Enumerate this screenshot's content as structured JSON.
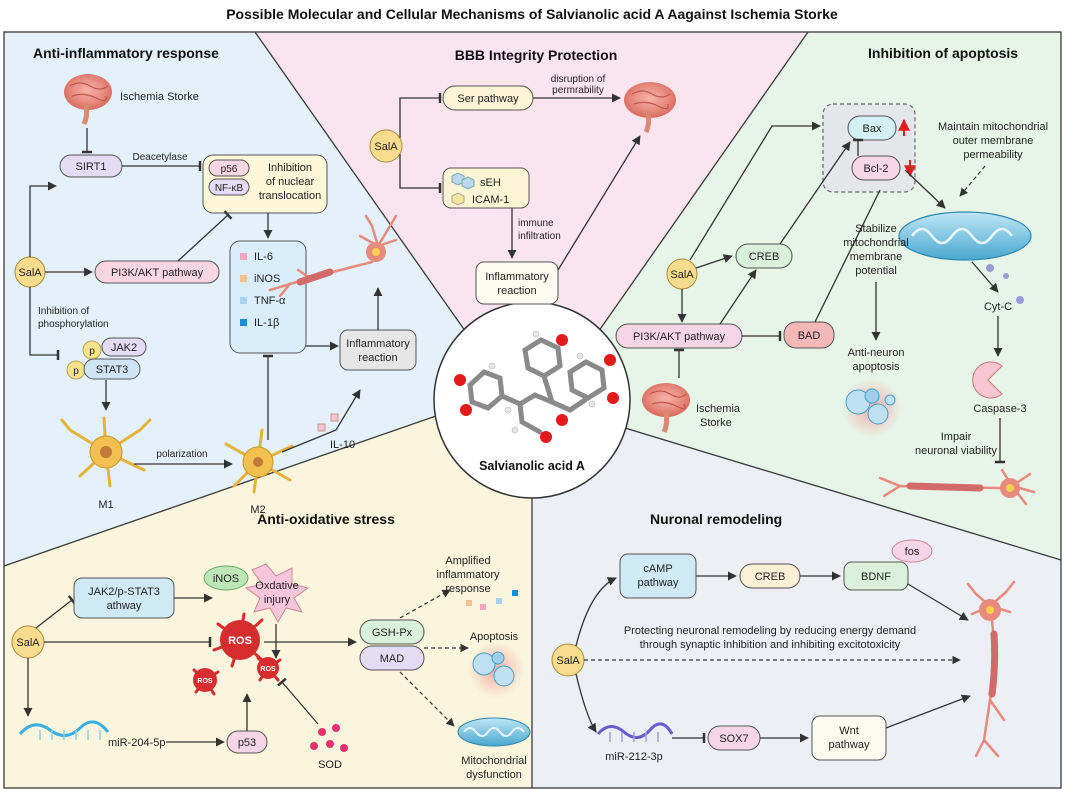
{
  "title": "Possible Molecular and Cellular Mechanisms of Salvianolic acid A Aagainst Ischemia Storke",
  "colors": {
    "inflammation_bg": "#e4f1fa",
    "bbb_bg": "#fae4ee",
    "apoptosis_bg": "#e6f5e8",
    "oxidative_bg": "#faf5dc",
    "remodeling_bg": "#eceff6",
    "sala": "#f8dc8e",
    "ros": "#d62e2e",
    "neuron": "#e88a7e"
  },
  "center": {
    "label": "Salvianolic acid A"
  },
  "anti_inflammatory": {
    "heading": "Anti-inflammatory response",
    "ischemia": "Ischemia Storke",
    "sirt1": "SIRT1",
    "deacetylase": "Deacetylase",
    "p56": "p56",
    "nfkb": "NF-κB",
    "inhibition_line1": "Inhibition",
    "inhibition_line2": "of nuclear",
    "inhibition_line3": "translocation",
    "sala": "SalA",
    "pi3k": "PI3K/AKT pathway",
    "phos_line1": "Inhibition of",
    "phos_line2": "phosphorylation",
    "p_label": "p",
    "jak2": "JAK2",
    "stat3": "STAT3",
    "cytokines": [
      "IL-6",
      "iNOS",
      "TNF-α",
      "IL-1β"
    ],
    "inflammatory_line1": "Inflammatory",
    "inflammatory_line2": "reaction",
    "m1": "M1",
    "m2": "M2",
    "polarization": "polarization",
    "il10": "IL-10"
  },
  "bbb": {
    "heading": "BBB Integrity Protection",
    "sala": "SalA",
    "ser": "Ser pathway",
    "disruption_line1": "disruption of",
    "disruption_line2": "permrability",
    "seh": "sEH",
    "icam": "ICAM-1",
    "immune_line1": "immune",
    "immune_line2": "infiltration",
    "inflammatory_line1": "Inflammatory",
    "inflammatory_line2": "reaction"
  },
  "apoptosis": {
    "heading": "Inhibition of apoptosis",
    "bax": "Bax",
    "bcl2": "Bcl-2",
    "maintain_line1": "Maintain mitochondrial",
    "maintain_line2": "outer membrane",
    "maintain_line3": "permeability",
    "sala": "SalA",
    "creb": "CREB",
    "stabilize_line1": "Stabilize",
    "stabilize_line2": "mitochondrial",
    "stabilize_line3": "membrane",
    "stabilize_line4": "potential",
    "cytc": "Cyt-C",
    "pi3k": "PI3K/AKT pathway",
    "bad": "BAD",
    "antineuron_line1": "Anti-neuron",
    "antineuron_line2": "apoptosis",
    "ischemia_line1": "Ischemia",
    "ischemia_line2": "Storke",
    "caspase": "Caspase-3",
    "impair_line1": "Impair",
    "impair_line2": "neuronal viability"
  },
  "oxidative": {
    "heading": "Anti-oxidative stress",
    "jak_line1": "JAK2/p-STAT3",
    "jak_line2": "athway",
    "inos": "iNOS",
    "oxd_line1": "Oxdative",
    "oxd_line2": "injury",
    "amplified_line1": "Amplified",
    "amplified_line2": "inflammatory",
    "amplified_line3": "response",
    "sala": "SalA",
    "ros": "ROS",
    "gshpx": "GSH-Px",
    "mad": "MAD",
    "apoptosis": "Apoptosis",
    "mir": "miR-204-5p",
    "p53": "p53",
    "sod": "SOD",
    "mito_line1": "Mitochondrial",
    "mito_line2": "dysfunction"
  },
  "remodeling": {
    "heading": "Nuronal remodeling",
    "camp_line1": "cAMP",
    "camp_line2": "pathway",
    "creb": "CREB",
    "bdnf": "BDNF",
    "fos": "fos",
    "protect_line1": "Protecting neuronal remodeling by reducing energy demand",
    "protect_line2": "through synaptic inhibition and inhibiting excitotoxicity",
    "sala": "SalA",
    "mir": "miR-212-3p",
    "sox7": "SOX7",
    "wnt_line1": "Wnt",
    "wnt_line2": "pathway"
  }
}
